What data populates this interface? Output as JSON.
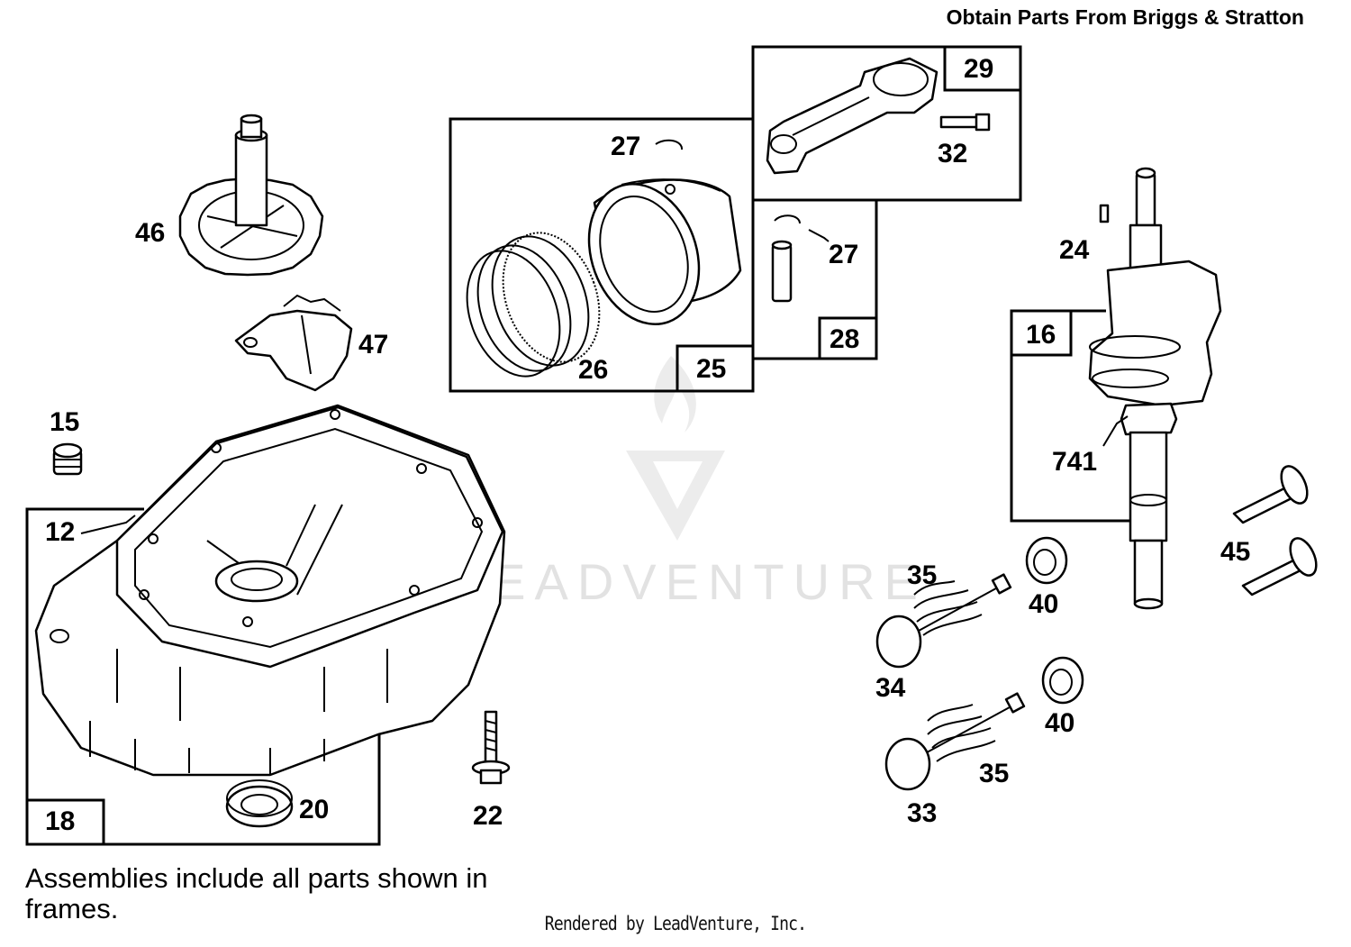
{
  "header": {
    "text": "Obtain Parts From Briggs & Stratton"
  },
  "note": {
    "text": "Assemblies include all parts shown in frames."
  },
  "footer": {
    "text": "Rendered by LeadVenture, Inc."
  },
  "watermark": {
    "text": "LEADVENTURE"
  },
  "frames": {
    "piston_assembly": "25",
    "connecting_rod": "29",
    "piston_pin": "28",
    "crankshaft": "16",
    "sump": "18"
  },
  "labels": {
    "cam_gear": "46",
    "governor": "47",
    "plug": "15",
    "gasket": "12",
    "seal": "20",
    "screw_sump": "22",
    "lock_top": "27",
    "rings": "26",
    "rod_screw": "32",
    "lock_pin": "27",
    "key": "24",
    "timing_gear": "741",
    "tappet": "45",
    "spring_intake": "35",
    "retainer_top": "40",
    "valve_exhaust": "34",
    "retainer_bottom": "40",
    "spring_exhaust": "35",
    "valve_intake": "33"
  },
  "colors": {
    "line": "#000000",
    "watermark": "#e2e2e2",
    "background": "#ffffff"
  }
}
